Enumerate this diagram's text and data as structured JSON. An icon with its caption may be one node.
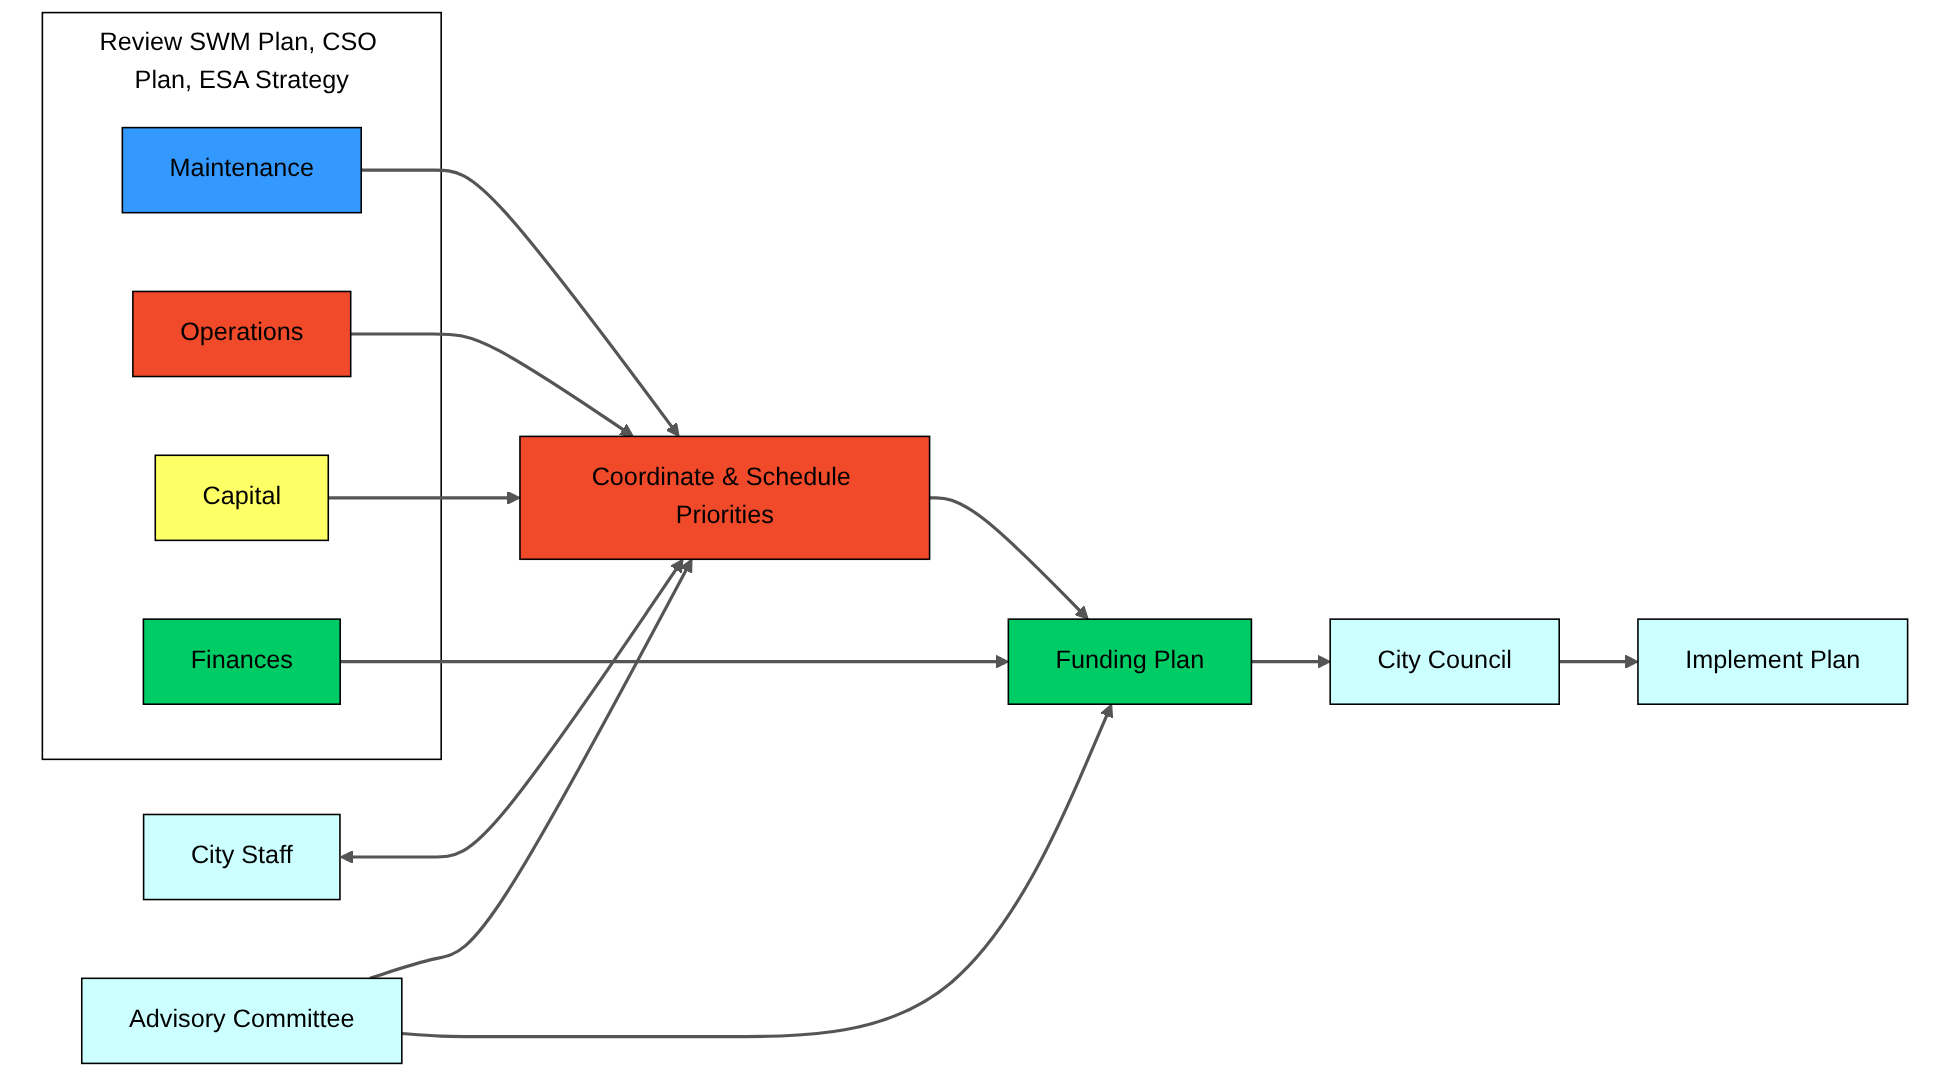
{
  "diagram": {
    "nodes": [
      {
        "text": [
          "Review SWM Plan, CSO Plan, ESA Strategy"
        ]
      },
      {
        "text": [
          "Maintenance"
        ],
        "in": 0
      },
      {
        "text": [
          "Operations"
        ],
        "in": 0
      },
      {
        "text": [
          "Capital"
        ],
        "in": 0
      },
      {
        "text": [
          "Finances"
        ],
        "in": 0
      },
      {
        "text": [
          "City Staff"
        ]
      },
      {
        "text": [
          "Coordinate & Schedule Priorities"
        ]
      },
      {
        "text": [
          "Advisory Committee"
        ]
      },
      {
        "text": [
          "Funding Plan"
        ]
      },
      {
        "text": [
          "Implement Plan"
        ]
      },
      {
        "text": [
          "City Council"
        ]
      }
    ],
    "edges": [
      {
        "from": 1,
        "to": 6,
        "arrow": "to"
      },
      {
        "from": 2,
        "to": 6,
        "arrow": "to"
      },
      {
        "from": 3,
        "to": 6,
        "arrow": "to"
      },
      {
        "from": 5,
        "to": 6,
        "arrow": "both"
      },
      {
        "from": 7,
        "to": 6,
        "arrow": "to"
      },
      {
        "from": 6,
        "to": 8,
        "arrow": "to"
      },
      {
        "from": 7,
        "to": 8,
        "arrow": "to"
      },
      {
        "from": 4,
        "to": 8,
        "arrow": "to"
      },
      {
        "from": 8,
        "to": 10,
        "arrow": "to"
      },
      {
        "from": 10,
        "to": 9,
        "arrow": "to"
      }
    ]
  }
}
